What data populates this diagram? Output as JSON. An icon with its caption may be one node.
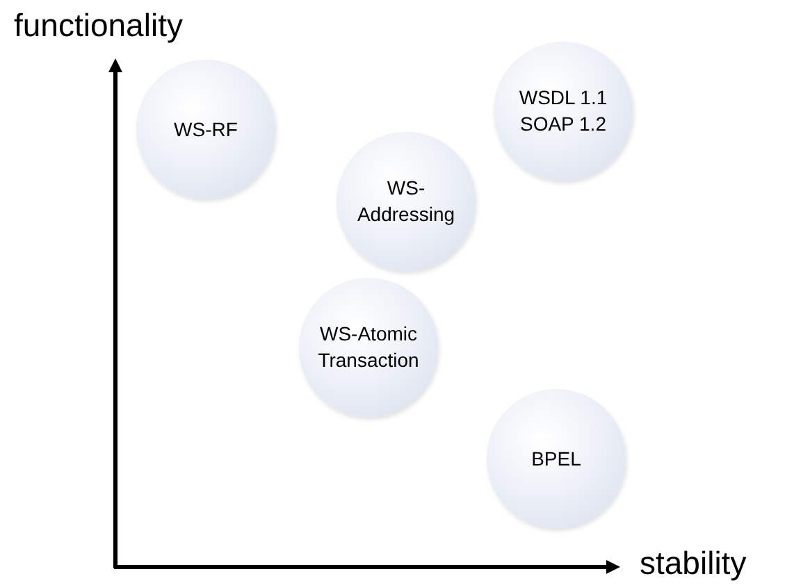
{
  "diagram": {
    "nodes": [
      {
        "text": [
          "WS-RF"
        ]
      },
      {
        "text": [
          "WSDL 1.1",
          "SOAP 1.2"
        ]
      },
      {
        "text": [
          "WS- Addressing"
        ]
      },
      {
        "text": [
          "WS-Atomic Transaction"
        ]
      },
      {
        "text": [
          "BPEL"
        ]
      }
    ],
    "labels": [
      "functionality",
      "stability"
    ]
  }
}
